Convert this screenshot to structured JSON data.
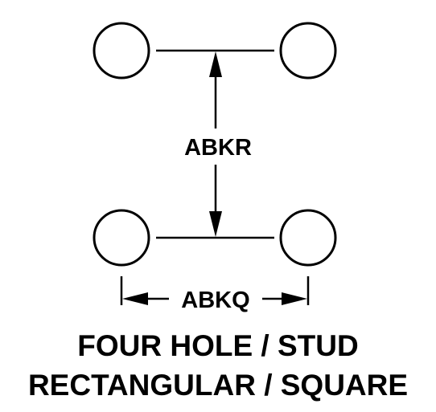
{
  "diagram": {
    "vertical_dimension_label": "ABKR",
    "horizontal_dimension_label": "ABKQ",
    "title_line_1": "FOUR HOLE / STUD",
    "title_line_2": "RECTANGULAR / SQUARE",
    "hole_count": 4,
    "stroke_color": "#000000",
    "background_color": "#ffffff"
  }
}
